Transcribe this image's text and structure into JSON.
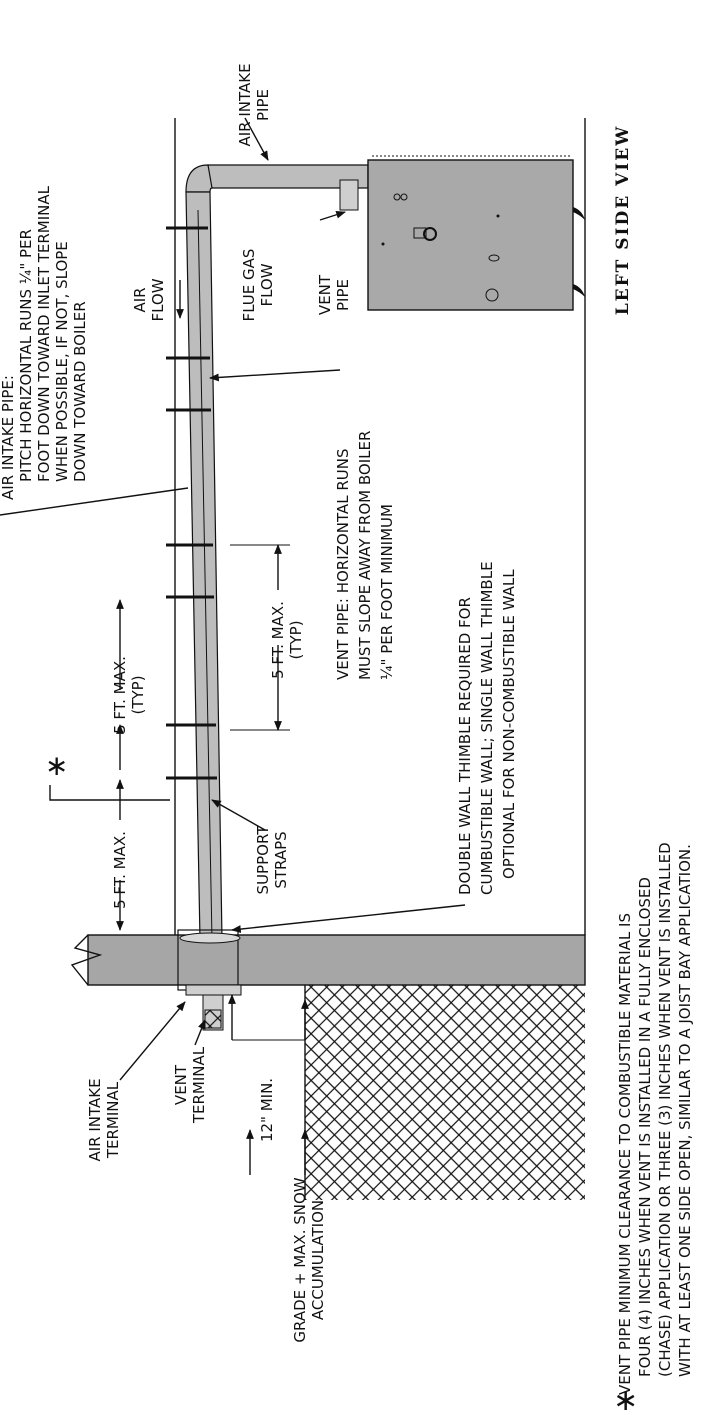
{
  "view_title": "LEFT SIDE VIEW",
  "labels": {
    "air_intake_pipe_top": [
      "AIR INTAKE",
      "PIPE"
    ],
    "air_intake_pipe_note": [
      "AIR INTAKE PIPE:",
      "PITCH HORIZONTAL RUNS ¼\" PER",
      "FOOT DOWN TOWARD INLET TERMINAL",
      "WHEN POSSIBLE, IF NOT, SLOPE",
      "DOWN TOWARD BOILER"
    ],
    "air_flow": [
      "AIR",
      "FLOW"
    ],
    "flue_gas_flow": [
      "FLUE GAS",
      "FLOW"
    ],
    "vent_pipe": [
      "VENT",
      "PIPE"
    ],
    "vent_pipe_note": [
      "VENT PIPE: HORIZONTAL RUNS",
      "MUST SLOPE AWAY FROM BOILER",
      "¼\" PER FOOT MINIMUM"
    ],
    "strap_spacing_1": "5 FT. MAX.",
    "strap_spacing_2": [
      "5 FT. MAX.",
      "(TYP)"
    ],
    "strap_spacing_3": [
      "5 FT. MAX.",
      "(TYP)"
    ],
    "asterisk": "∗",
    "thimble_note": [
      "DOUBLE WALL THIMBLE REQUIRED FOR",
      "CUMBUSTIBLE WALL; SINGLE WALL THIMBLE",
      "OPTIONAL FOR NON-COMBUSTIBLE WALL"
    ],
    "support_straps": [
      "SUPPORT",
      "STRAPS"
    ],
    "air_intake_terminal": [
      "AIR INTAKE",
      "TERMINAL"
    ],
    "vent_terminal": [
      "VENT",
      "TERMINAL"
    ],
    "min_clearance": "12\" MIN.",
    "grade_snow": [
      "GRADE + MAX. SNOW",
      "ACCUMULATION"
    ]
  },
  "footnote": {
    "symbol": "∗",
    "lines": [
      "VENT PIPE MINIMUM CLEARANCE TO COMBUSTIBLE MATERIAL IS",
      "FOUR (4) INCHES WHEN VENT IS INSTALLED IN A FULLY ENCLOSED",
      "(CHASE) APPLICATION OR THREE (3) INCHES WHEN VENT IS INSTALLED",
      "WITH AT LEAST ONE SIDE OPEN, SIMILAR TO A JOIST BAY APPLICATION."
    ]
  },
  "colors": {
    "pipe": "#bdbdbd",
    "boiler": "#a9a9a9",
    "wall": "#a6a6a6",
    "ink": "#111111"
  }
}
